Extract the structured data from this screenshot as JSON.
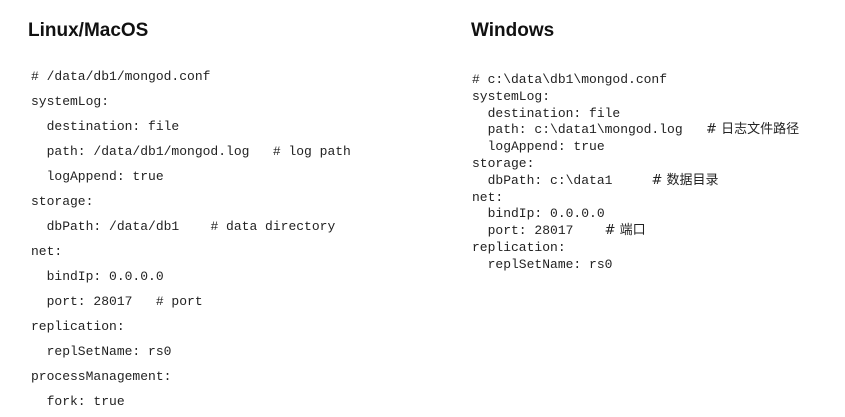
{
  "left": {
    "title": "Linux/MacOS",
    "lines": [
      {
        "text": "# /data/db1/mongod.conf",
        "comment": ""
      },
      {
        "text": "systemLog:",
        "comment": ""
      },
      {
        "text": "  destination: file",
        "comment": ""
      },
      {
        "text": "  path: /data/db1/mongod.log   ",
        "comment": "# log path"
      },
      {
        "text": "  logAppend: true",
        "comment": ""
      },
      {
        "text": "storage:",
        "comment": ""
      },
      {
        "text": "  dbPath: /data/db1    ",
        "comment": "# data directory"
      },
      {
        "text": "net:",
        "comment": ""
      },
      {
        "text": "  bindIp: 0.0.0.0",
        "comment": ""
      },
      {
        "text": "  port: 28017   ",
        "comment": "# port"
      },
      {
        "text": "replication:",
        "comment": ""
      },
      {
        "text": "  replSetName: rs0",
        "comment": ""
      },
      {
        "text": "processManagement:",
        "comment": ""
      },
      {
        "text": "  fork: true",
        "comment": ""
      }
    ]
  },
  "right": {
    "title": "Windows",
    "lines": [
      {
        "text": "# c:\\data\\db1\\mongod.conf",
        "comment": ""
      },
      {
        "text": "systemLog:",
        "comment": ""
      },
      {
        "text": "  destination: file",
        "comment": ""
      },
      {
        "text": "  path: c:\\data1\\mongod.log   ",
        "comment": "# 日志文件路径"
      },
      {
        "text": "  logAppend: true",
        "comment": ""
      },
      {
        "text": "storage:",
        "comment": ""
      },
      {
        "text": "  dbPath: c:\\data1     ",
        "comment": "# 数据目录"
      },
      {
        "text": "net:",
        "comment": ""
      },
      {
        "text": "  bindIp: 0.0.0.0",
        "comment": ""
      },
      {
        "text": "  port: 28017    ",
        "comment": "# 端口"
      },
      {
        "text": "replication:",
        "comment": ""
      },
      {
        "text": "  replSetName: rs0",
        "comment": ""
      }
    ]
  }
}
